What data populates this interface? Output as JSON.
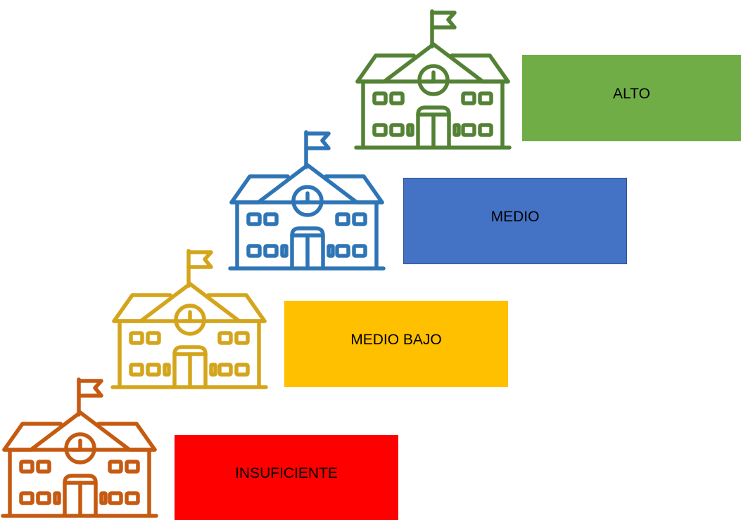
{
  "levels": [
    {
      "key": "insuficiente",
      "label": "INSUFICIENTE",
      "box_color": "#ff0000",
      "icon_color": "#c55a11",
      "icon": "school-icon"
    },
    {
      "key": "medio_bajo",
      "label": "MEDIO BAJO",
      "box_color": "#ffc000",
      "icon_color": "#d4a51c",
      "icon": "school-icon"
    },
    {
      "key": "medio",
      "label": "MEDIO",
      "box_color": "#4472c4",
      "icon_color": "#2e75b6",
      "icon": "school-icon"
    },
    {
      "key": "alto",
      "label": "ALTO",
      "box_color": "#70ad47",
      "icon_color": "#548235",
      "icon": "school-icon"
    }
  ]
}
